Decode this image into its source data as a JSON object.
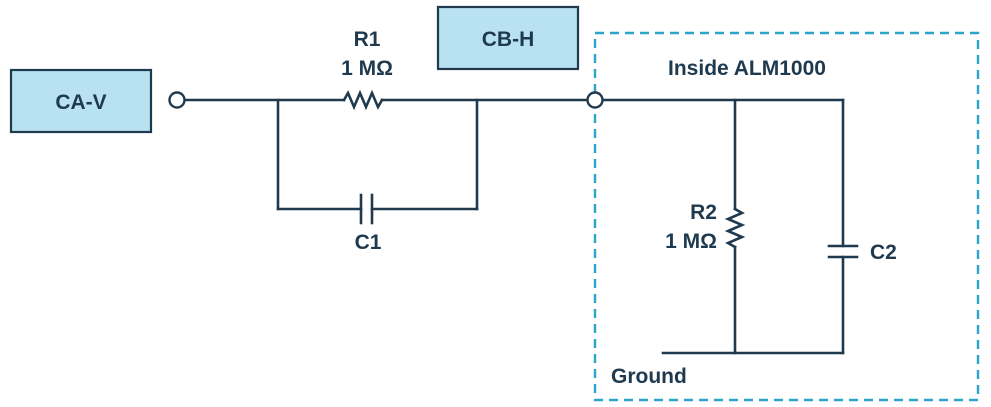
{
  "labels": {
    "ca_v": "CA-V",
    "cb_h": "CB-H",
    "r1_name": "R1",
    "r1_value": "1 MΩ",
    "c1_name": "C1",
    "r2_name": "R2",
    "r2_value": "1 MΩ",
    "c2_name": "C2",
    "inside_label": "Inside ALM1000",
    "ground_label": "Ground"
  },
  "colors": {
    "wire": "#1f3a4f",
    "box_fill": "#b8e2ef",
    "dashed_border": "#2ba6c9"
  }
}
